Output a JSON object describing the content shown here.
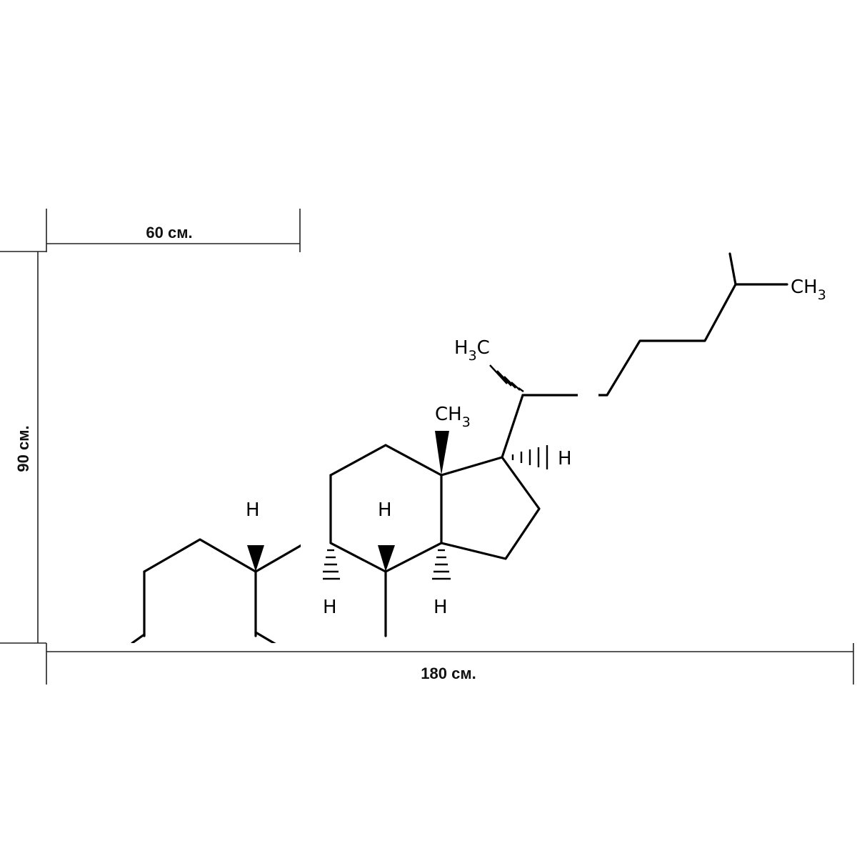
{
  "dimensions": {
    "panel_width": "60 см.",
    "height": "90 см.",
    "total_width": "180 см."
  },
  "panels": [
    {
      "name": "left-panel"
    },
    {
      "name": "middle-panel"
    },
    {
      "name": "right-panel"
    }
  ],
  "molecule": {
    "labels": {
      "h_a": "H",
      "h_b": "H",
      "h_c": "H",
      "h_d": "H",
      "h_e": "H",
      "ch3_top": "CH",
      "ch3_top_sub": "3",
      "h3c_left_h": "H",
      "h3c_left_sub": "3",
      "h3c_left_c": "C",
      "ch3_right": "CH",
      "ch3_right_sub": "3"
    }
  },
  "colors": {
    "background": "#ffffff",
    "panel": "#ffffff",
    "lines": "#000000"
  }
}
